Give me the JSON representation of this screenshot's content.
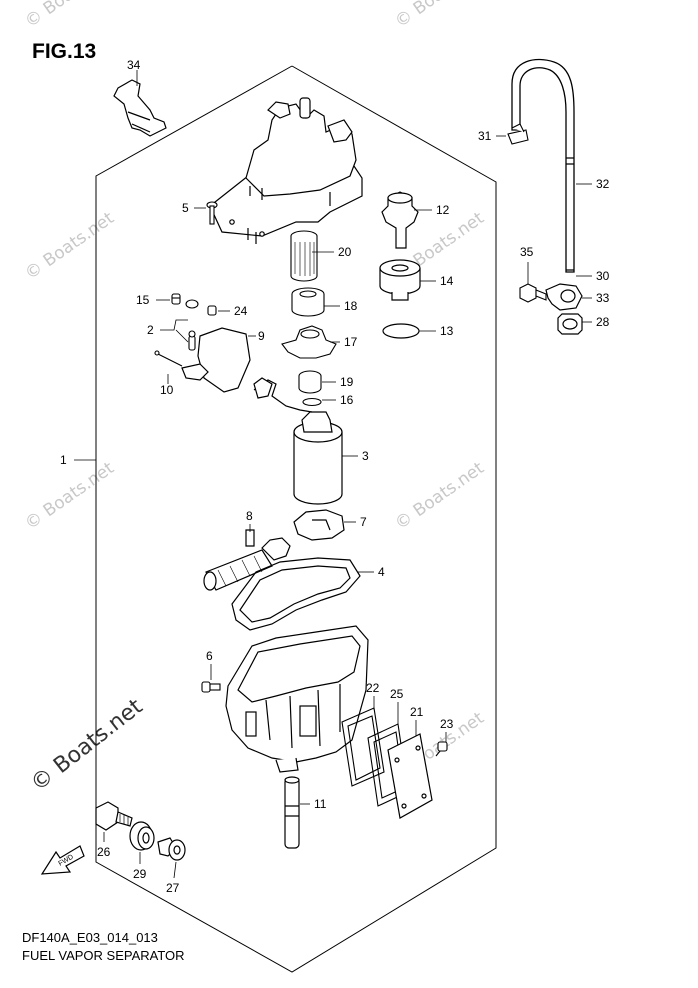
{
  "figure": {
    "title": "FIG.13",
    "code": "DF140A_E03_014_013",
    "name": "FUEL VAPOR SEPARATOR"
  },
  "watermark": {
    "text": "© Boats.net",
    "main_text": "© Boats.net",
    "color": "#c8c8c8"
  },
  "callouts": {
    "p1": "1",
    "p2": "2",
    "p3": "3",
    "p4": "4",
    "p5": "5",
    "p6": "6",
    "p7": "7",
    "p8": "8",
    "p9": "9",
    "p10": "10",
    "p11": "11",
    "p12": "12",
    "p13": "13",
    "p14": "14",
    "p15": "15",
    "p16": "16",
    "p17": "17",
    "p18": "18",
    "p19": "19",
    "p20": "20",
    "p21": "21",
    "p22": "22",
    "p23": "23",
    "p24": "24",
    "p25": "25",
    "p26": "26",
    "p27": "27",
    "p28": "28",
    "p29": "29",
    "p30": "30",
    "p31": "31",
    "p32": "32",
    "p33": "33",
    "p34": "34",
    "p35": "35"
  },
  "fwd_label": "FWD"
}
